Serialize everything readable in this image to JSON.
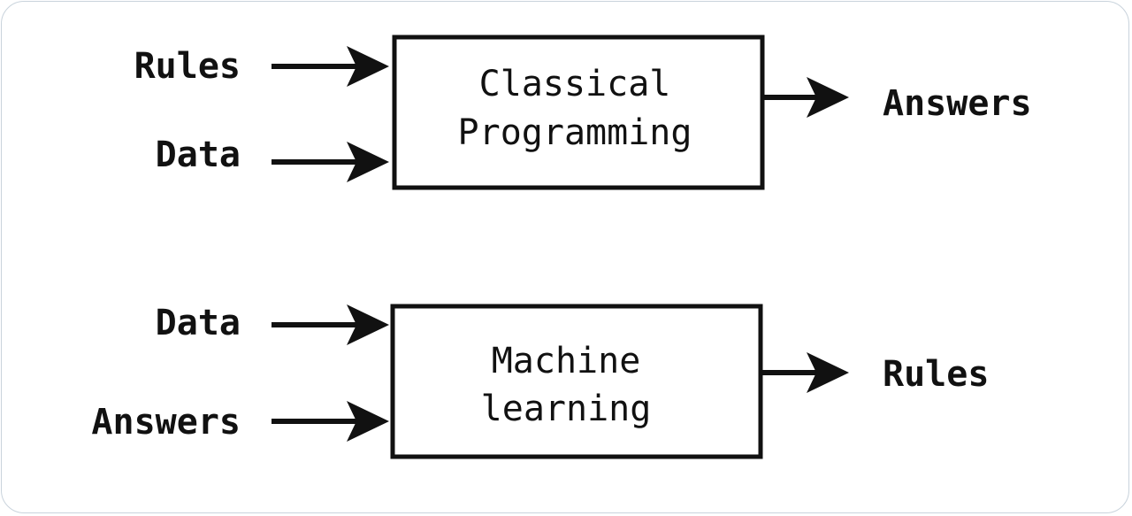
{
  "top": {
    "inputs": [
      "Rules",
      "Data"
    ],
    "box_line1": "Classical",
    "box_line2": "Programming",
    "output": "Answers"
  },
  "bottom": {
    "inputs": [
      "Data",
      "Answers"
    ],
    "box_line1": "Machine",
    "box_line2": "learning",
    "output": "Rules"
  }
}
